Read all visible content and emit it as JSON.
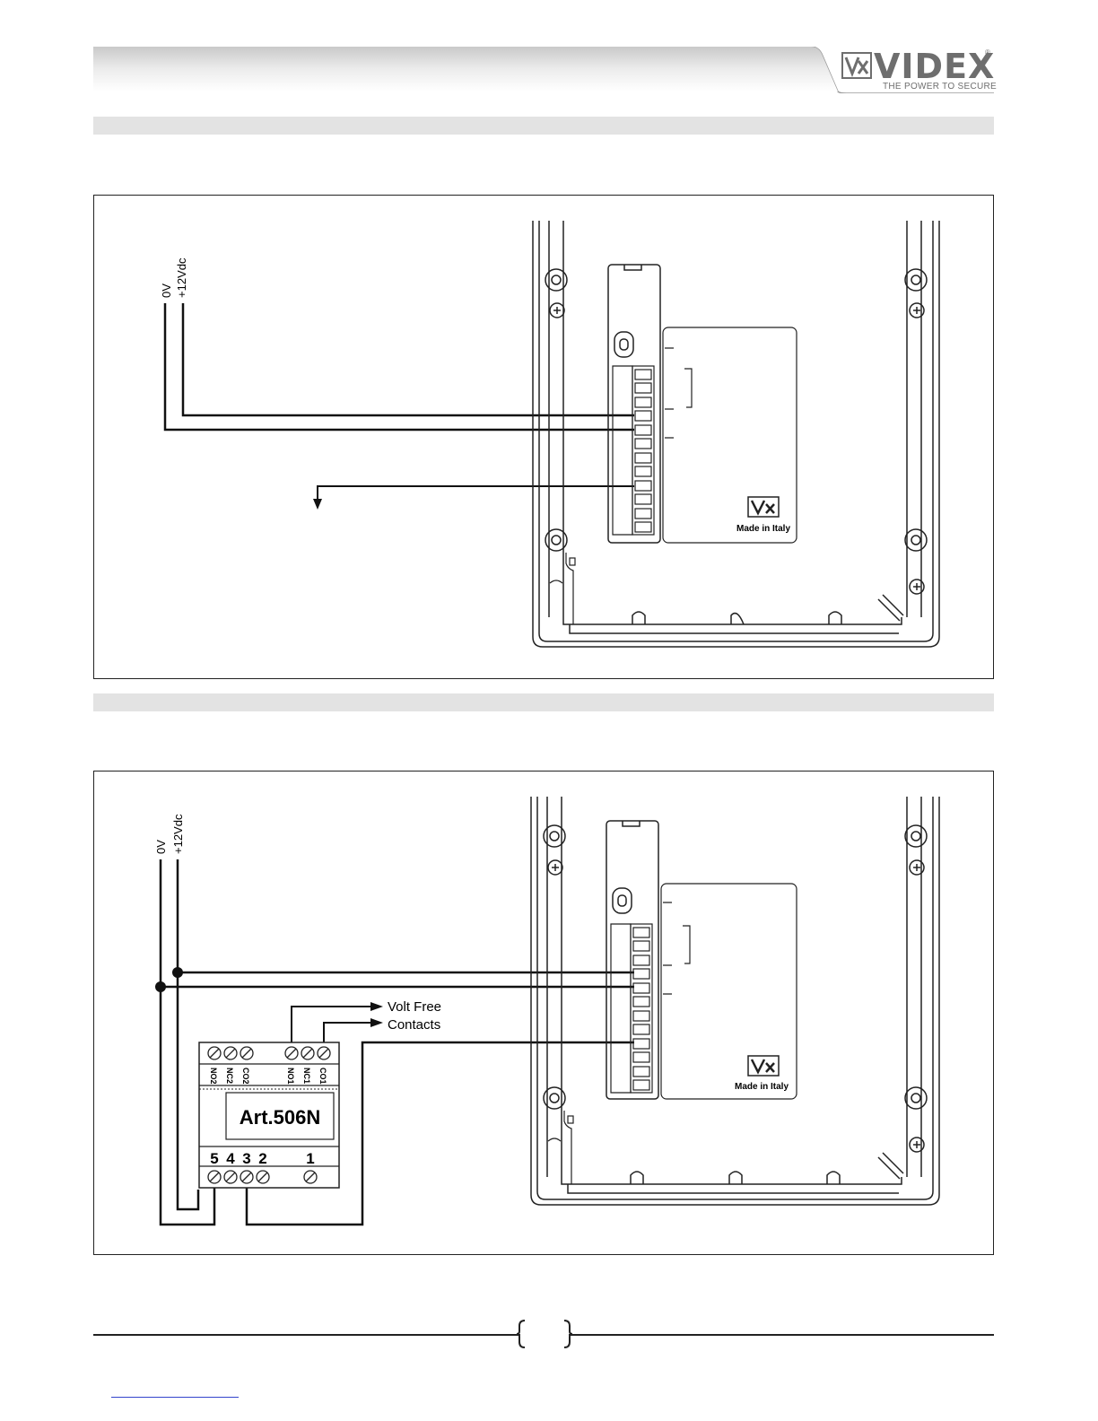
{
  "header": {
    "logo_word": "VIDEX",
    "logo_tagline": "THE POWER TO SECURE",
    "logo_reg": "®"
  },
  "diagram1": {
    "wire_label_0v": "0V",
    "wire_label_12v": "+12Vdc",
    "made_in": "Made in Italy"
  },
  "diagram2": {
    "wire_label_0v": "0V",
    "wire_label_12v": "+12Vdc",
    "made_in": "Made in Italy",
    "relay": {
      "name": "Art.506N",
      "top_terminals": [
        "NO2",
        "NC2",
        "CO2",
        "NO1",
        "NC1",
        "CO1"
      ],
      "bottom_numbers": [
        "5",
        "4",
        "3",
        "2",
        "1"
      ]
    },
    "volt_free_line1": "Volt Free",
    "volt_free_line2": "Contacts"
  },
  "colors": {
    "section_bar": "#e3e3e3",
    "logo_grey": "#6e6e6e",
    "line": "#111111"
  }
}
